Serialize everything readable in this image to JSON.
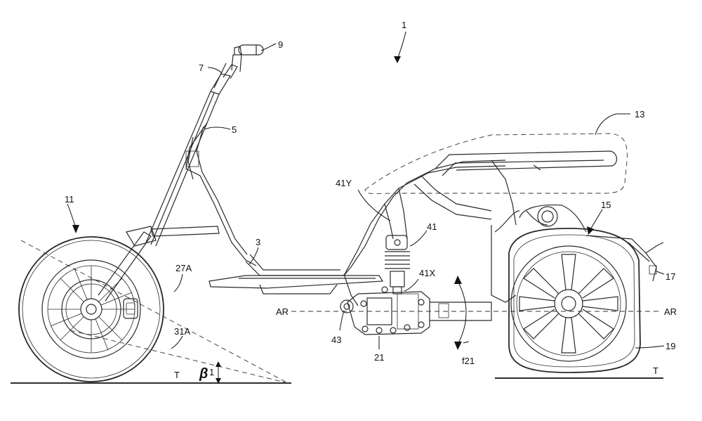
{
  "labels": {
    "l1": "1",
    "l3": "3",
    "l5": "5",
    "l7": "7",
    "l9": "9",
    "l11": "11",
    "l13": "13",
    "l15": "15",
    "l17": "17",
    "l19": "19",
    "l21": "21",
    "l27A": "27A",
    "l31A": "31A",
    "l41": "41",
    "l41X": "41X",
    "l41Y": "41Y",
    "l43": "43",
    "lf21": "f21",
    "lAR_left": "AR",
    "lAR_right": "AR",
    "lT_left": "T",
    "lT_right": "T",
    "lbeta": "β",
    "lbeta_sub": "1"
  }
}
